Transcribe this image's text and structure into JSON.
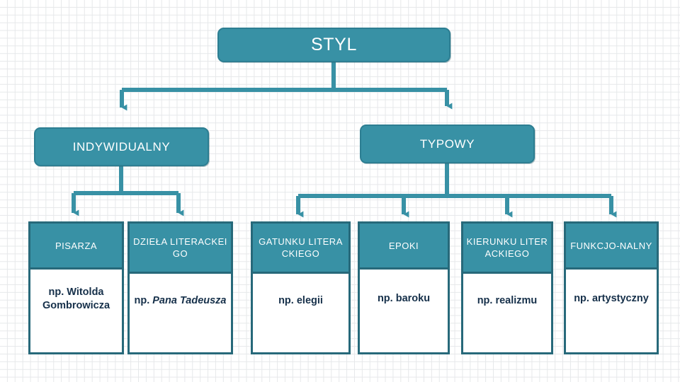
{
  "diagram": {
    "title_node": {
      "label": "STYL"
    },
    "level2": [
      {
        "id": "indywidualny",
        "label": "INDYWIDUALNY"
      },
      {
        "id": "typowy",
        "label": "TYPOWY"
      }
    ],
    "columns": [
      {
        "header": "PISARZA",
        "example_prefix": "np. Witolda Gombrowicza",
        "example_italic": "",
        "example_suffix": ""
      },
      {
        "header": "DZIEŁA LITERACKEIGO",
        "example_prefix": "np. ",
        "example_italic": "Pana Tadeusza",
        "example_suffix": ""
      },
      {
        "header": "GATUNKU LITERACKIEGO",
        "example_prefix": "np.  elegii",
        "example_italic": "",
        "example_suffix": ""
      },
      {
        "header": "EPOKI",
        "example_prefix": "np. baroku",
        "example_italic": "",
        "example_suffix": ""
      },
      {
        "header": "KIERUNKU LITERACKIEGO",
        "example_prefix": "np.  realizmu",
        "example_italic": "",
        "example_suffix": ""
      },
      {
        "header": "FUNKCJO-NALNY",
        "example_prefix": "np. artystyczny",
        "example_italic": "",
        "example_suffix": ""
      }
    ]
  },
  "colors": {
    "node_fill": "#3891a5",
    "node_border": "#2d7e92",
    "card_border": "#27697a",
    "connector": "#3891a5",
    "node_text": "#ffffff",
    "body_text": "#16304a",
    "grid_line": "#e6e8ea",
    "background": "#ffffff"
  }
}
